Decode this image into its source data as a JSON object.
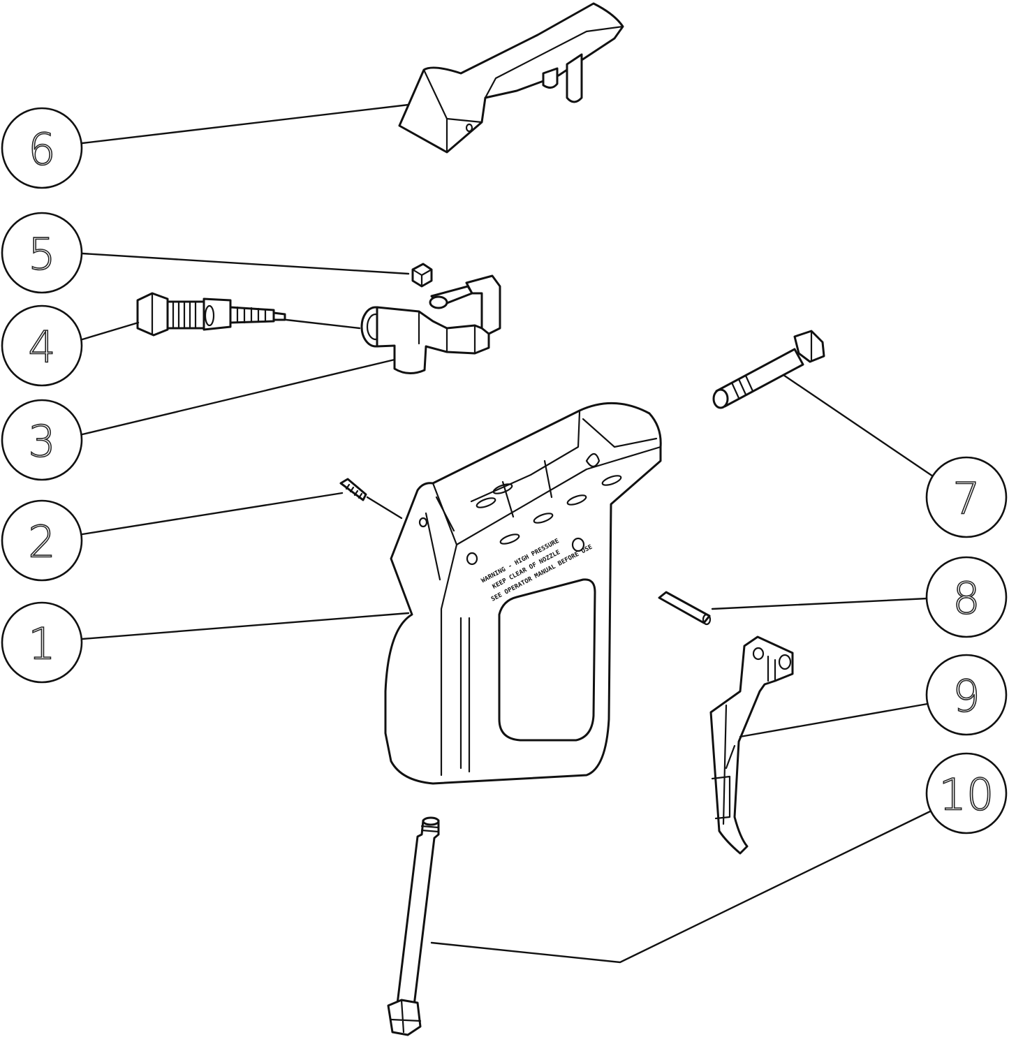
{
  "callouts": [
    {
      "id": "1",
      "label": "1"
    },
    {
      "id": "2",
      "label": "2"
    },
    {
      "id": "3",
      "label": "3"
    },
    {
      "id": "4",
      "label": "4"
    },
    {
      "id": "5",
      "label": "5"
    },
    {
      "id": "6",
      "label": "6"
    },
    {
      "id": "7",
      "label": "7"
    },
    {
      "id": "8",
      "label": "8"
    },
    {
      "id": "9",
      "label": "9"
    },
    {
      "id": "10",
      "label": "10"
    }
  ],
  "warning_label": {
    "line1": "WARNING - HIGH PRESSURE",
    "line2": "KEEP CLEAR OF NOZZLE",
    "line3": "SEE OPERATOR MANUAL BEFORE USE"
  },
  "colors": {
    "line": "#111111",
    "background": "#ffffff"
  }
}
